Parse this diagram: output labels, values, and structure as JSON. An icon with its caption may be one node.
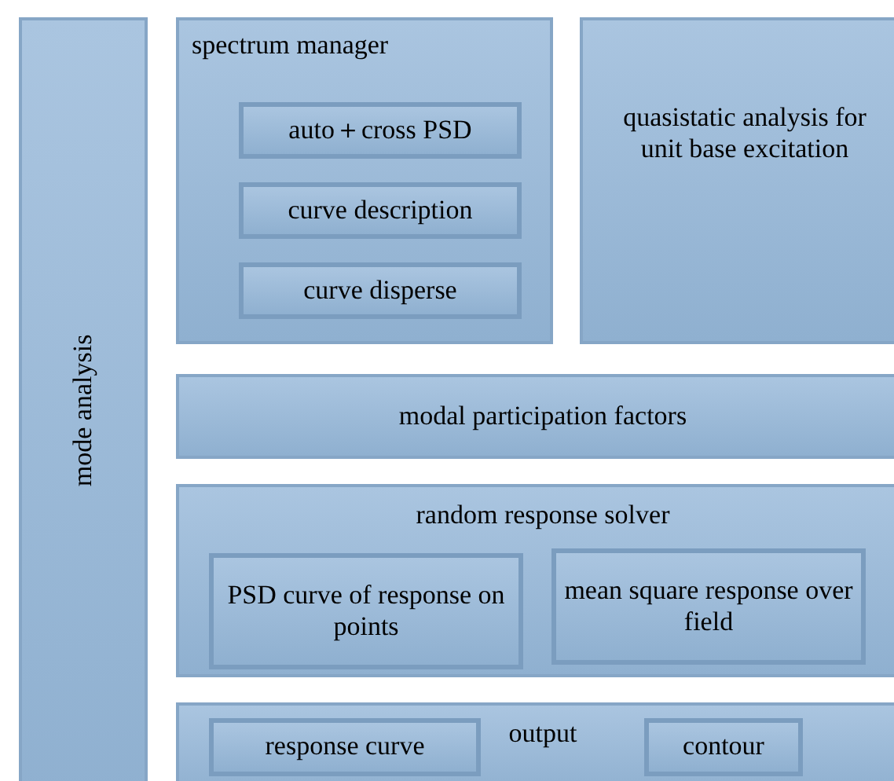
{
  "diagram": {
    "nodes": [
      {
        "text": [
          "mode analysis"
        ]
      },
      {
        "text": [
          "spectrum manager"
        ]
      },
      {
        "text": [
          "auto＋cross PSD"
        ],
        "in": 1
      },
      {
        "text": [
          "curve description"
        ],
        "in": 1
      },
      {
        "text": [
          "curve disperse"
        ],
        "in": 1
      },
      {
        "text": [
          "quasistatic analysis for unit base excitation"
        ]
      },
      {
        "text": [
          "modal participation factors"
        ]
      },
      {
        "text": [
          "random response solver"
        ]
      },
      {
        "text": [
          "PSD curve of response on points"
        ],
        "in": 7
      },
      {
        "text": [
          "mean square response over field"
        ],
        "in": 7
      },
      {
        "text": [
          "output"
        ]
      },
      {
        "text": [
          "response curve"
        ],
        "in": 10
      },
      {
        "text": [
          "contour"
        ],
        "in": 10
      }
    ]
  }
}
